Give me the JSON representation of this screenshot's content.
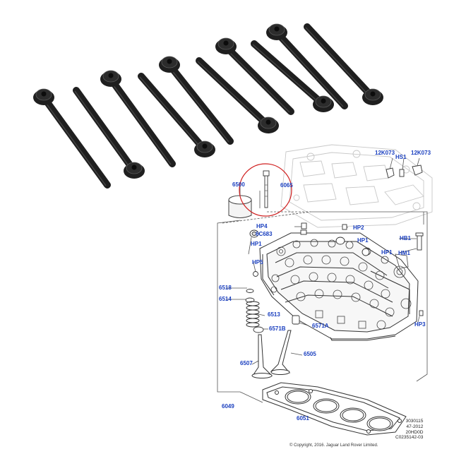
{
  "colors": {
    "bolt": "#1f1f1f",
    "bolt_highlight": "#5a5a5a",
    "callout": "#1a3fbf",
    "line": "#555555",
    "highlight_ring": "#d02020"
  },
  "bolts": {
    "count": 10,
    "head_style": "torx-flange"
  },
  "icons": {
    "bolt": "head-bolt-icon",
    "cylinder_head": "cylinder-head-icon",
    "valve": "valve-icon",
    "spring": "valve-spring-icon",
    "gasket": "head-gasket-icon",
    "highlight": "highlight-circle-icon"
  },
  "callouts": [
    {
      "id": "12K073-left",
      "text": "12K073"
    },
    {
      "id": "HS1",
      "text": "HS1"
    },
    {
      "id": "12K073-right",
      "text": "12K073"
    },
    {
      "id": "6500",
      "text": "6500"
    },
    {
      "id": "6065",
      "text": "6065"
    },
    {
      "id": "HP4",
      "text": "HP4"
    },
    {
      "id": "HP2",
      "text": "HP2"
    },
    {
      "id": "6C683",
      "text": "6C683"
    },
    {
      "id": "HP1-a",
      "text": "HP1"
    },
    {
      "id": "HP1-b",
      "text": "HP1"
    },
    {
      "id": "HB1",
      "text": "HB1"
    },
    {
      "id": "HP1-c",
      "text": "HP1"
    },
    {
      "id": "HM1",
      "text": "HM1"
    },
    {
      "id": "HP5",
      "text": "HP5"
    },
    {
      "id": "6518",
      "text": "6518"
    },
    {
      "id": "6514",
      "text": "6514"
    },
    {
      "id": "6513",
      "text": "6513"
    },
    {
      "id": "6571A",
      "text": "6571A"
    },
    {
      "id": "6571B",
      "text": "6571B"
    },
    {
      "id": "HP3",
      "text": "HP3"
    },
    {
      "id": "6505",
      "text": "6505"
    },
    {
      "id": "6507",
      "text": "6507"
    },
    {
      "id": "6049",
      "text": "6049"
    },
    {
      "id": "6051",
      "text": "6051"
    }
  ],
  "reference_codes": [
    "3030115",
    "47-2012",
    "20HD0D",
    "C0235142-03"
  ],
  "copyright": "© Copyright, 2016. Jaguar Land Rover Limited."
}
